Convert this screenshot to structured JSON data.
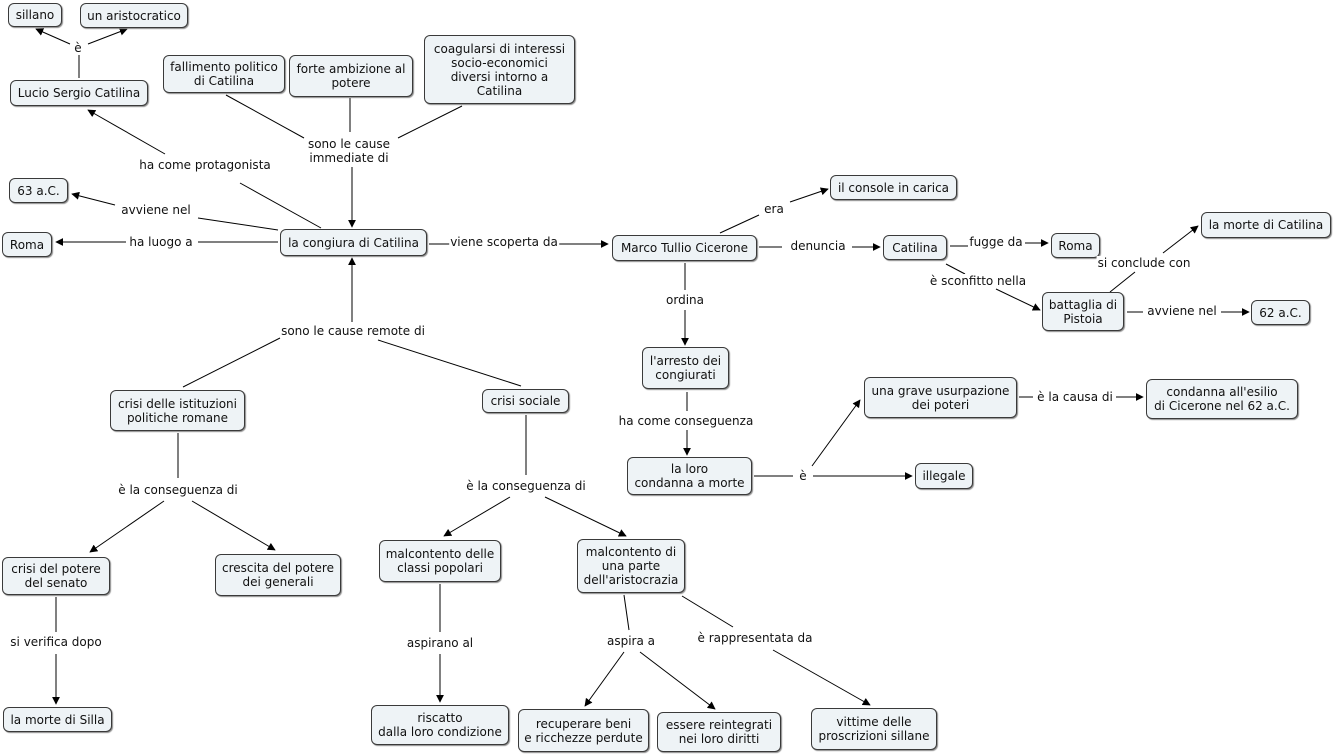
{
  "concepts": {
    "sillano": "sillano",
    "aristocratico": "un aristocratico",
    "lucio": "Lucio Sergio Catilina",
    "fallimento": "fallimento politico\ndi Catilina",
    "ambizione": "forte ambizione al\npotere",
    "coagularsi": "coagularsi di interessi\nsocio-economici\ndiversi intorno a\nCatilina",
    "anno63": "63 a.C.",
    "roma1": "Roma",
    "congiura": "la congiura di Catilina",
    "cicerone": "Marco Tullio Cicerone",
    "console": "il console in carica",
    "catilina": "Catilina",
    "roma2": "Roma",
    "morte_catilina": "la morte di Catilina",
    "battaglia": "battaglia di\nPistoia",
    "anno62": "62 a.C.",
    "arresto": "l'arresto dei\ncongiurati",
    "usurpazione": "una grave usurpazione\ndei poteri",
    "condanna_esilio": "condanna all'esilio\ndi Cicerone nel 62 a.C.",
    "condanna_morte": "la loro\ncondanna a morte",
    "illegale": "illegale",
    "crisi_istituzioni": "crisi delle istituzioni\npolitiche romane",
    "crisi_sociale": "crisi sociale",
    "crisi_senato": "crisi del potere\ndel senato",
    "crescita": "crescita del potere\ndei generali",
    "malcontento_pop": "malcontento delle\nclassi popolari",
    "malcontento_arist": "malcontento di\nuna parte\ndell'aristocrazia",
    "morte_silla": "la morte di Silla",
    "riscatto": "riscatto\ndalla loro condizione",
    "recuperare": "recuperare beni\ne ricchezze perdute",
    "reintegrati": "essere reintegrati\nnei loro diritti",
    "vittime": "vittime delle\nproscrizioni sillane"
  },
  "link_labels": {
    "e_top": "è",
    "protagonista": "ha come protagonista",
    "cause_immediate": "sono le cause\nimmediate di",
    "avviene_nel_1": "avviene nel",
    "ha_luogo": "ha luogo a",
    "scoperta": "viene scoperta da",
    "era": "era",
    "denuncia": "denuncia",
    "fugge": "fugge da",
    "si_conclude": "si conclude con",
    "sconfitto": "è sconfitto nella",
    "avviene_nel_2": "avviene nel",
    "ordina": "ordina",
    "conseguenza_arresto": "ha come conseguenza",
    "e_mid": "è",
    "causa_di": "è la causa di",
    "cause_remote": "sono le cause remote di",
    "conseguenza_1": "è la conseguenza di",
    "conseguenza_2": "è la conseguenza di",
    "verifica": "si verifica dopo",
    "aspirano": "aspirano al",
    "aspira": "aspira a",
    "rappresentata": "è rappresentata da"
  }
}
